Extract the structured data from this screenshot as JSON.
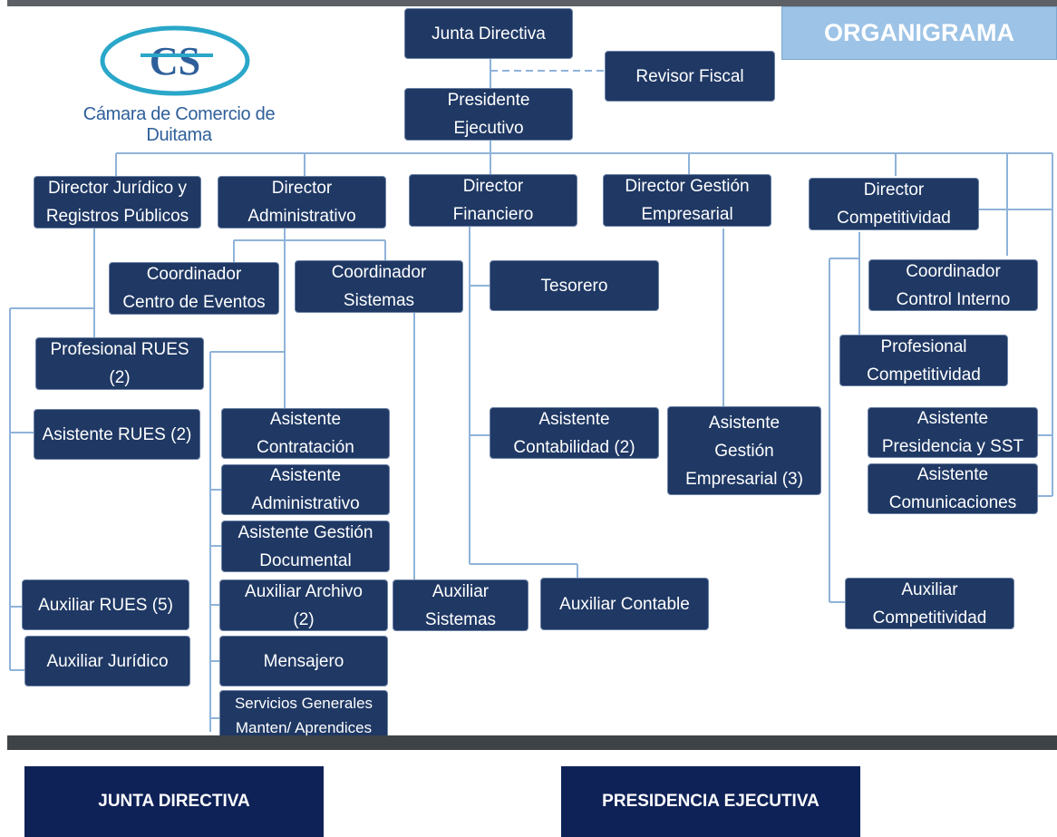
{
  "header": {
    "tab_label": "ORGANIGRAMA",
    "logo_text": "Cámara de Comercio de Duitama"
  },
  "nodes": {
    "junta": [
      "Junta Directiva"
    ],
    "revisor": [
      "Revisor Fiscal"
    ],
    "presidente": [
      "Presidente",
      "Ejecutivo"
    ],
    "dir_juridico": [
      "Director Jurídico y",
      "Registros Públicos"
    ],
    "dir_admin": [
      "Director",
      "Administrativo"
    ],
    "dir_fin": [
      "Director",
      "Financiero"
    ],
    "dir_gestion": [
      "Director Gestión",
      "Empresarial"
    ],
    "dir_comp": [
      "Director",
      "Competitividad"
    ],
    "coord_eventos": [
      "Coordinador",
      "Centro de Eventos"
    ],
    "coord_sistemas": [
      "Coordinador",
      "Sistemas"
    ],
    "tesorero": [
      "Tesorero"
    ],
    "coord_control": [
      "Coordinador",
      "Control Interno"
    ],
    "prof_rues": [
      "Profesional RUES",
      "(2)"
    ],
    "prof_comp": [
      "Profesional",
      "Competitividad"
    ],
    "asist_rues": [
      "Asistente RUES (2)"
    ],
    "asist_contratacion": [
      "Asistente",
      "Contratación"
    ],
    "asist_contab": [
      "Asistente",
      "Contabilidad (2)"
    ],
    "asist_gestion": [
      "Asistente",
      "Gestión",
      "Empresarial (3)"
    ],
    "asist_presidencia": [
      "Asistente",
      "Presidencia y SST"
    ],
    "asist_admin": [
      "Asistente",
      "Administrativo"
    ],
    "asist_comunic": [
      "Asistente",
      "Comunicaciones"
    ],
    "asist_documental": [
      "Asistente Gestión",
      "Documental"
    ],
    "aux_rues": [
      "Auxiliar RUES (5)"
    ],
    "aux_archivo": [
      "Auxiliar Archivo",
      "(2)"
    ],
    "aux_sistemas": [
      "Auxiliar",
      "Sistemas"
    ],
    "aux_contable": [
      "Auxiliar Contable"
    ],
    "aux_comp": [
      "Auxiliar",
      "Competitividad"
    ],
    "aux_juridico": [
      "Auxiliar Jurídico"
    ],
    "mensajero": [
      "Mensajero"
    ],
    "servicios": [
      "Servicios Generales",
      "Manten/ Aprendices"
    ]
  },
  "footer": {
    "junta_button": "JUNTA DIRECTIVA",
    "presidencia_button": "PRESIDENCIA EJECUTIVA"
  },
  "colors": {
    "box_fill": "#1f3864",
    "line": "#8fb3d9",
    "tab_fill": "#9dc3e6",
    "footer_fill": "#0f2257",
    "logo_blue": "#2e5f9a"
  }
}
